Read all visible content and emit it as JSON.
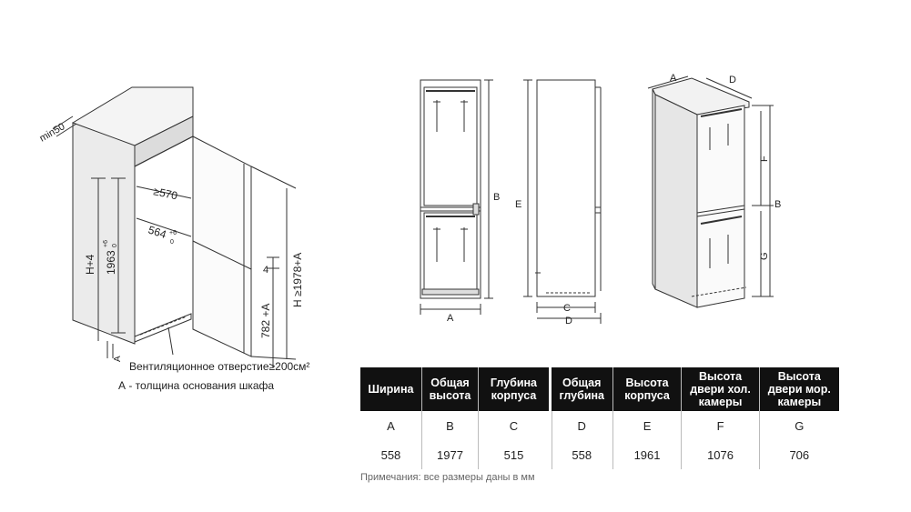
{
  "left_diagram": {
    "min_label": "min50",
    "dim_570": "≥570",
    "dim_564": "564",
    "dim_564_tol_top": "+6",
    "dim_564_tol_bot": "0",
    "dim_h4": "H+4",
    "dim_1963": "1963",
    "dim_1963_tol_top": "+6",
    "dim_1963_tol_bot": "0",
    "dim_4": "4",
    "dim_782": "782 +A",
    "dim_h1978": "H ≥1978+A",
    "dim_a": "A",
    "vent_note": "Вентиляционное отверстие≥200см²",
    "a_note": "А - толщина основания шкафа"
  },
  "front_view": {
    "label_a": "A",
    "label_b": "B"
  },
  "side_view": {
    "label_e": "E",
    "label_c": "C",
    "label_d": "D"
  },
  "iso_view": {
    "label_a": "A",
    "label_d": "D",
    "label_f": "F",
    "label_b": "B",
    "label_g": "G"
  },
  "table": {
    "headers": [
      "Ширина",
      "Общая высота",
      "Глубина корпуса",
      "Общая глубина",
      "Высота корпуса",
      "Высота двери хол. камеры",
      "Высота двери мор. камеры"
    ],
    "letters": [
      "A",
      "B",
      "C",
      "D",
      "E",
      "F",
      "G"
    ],
    "values": [
      "558",
      "1977",
      "515",
      "558",
      "1961",
      "1076",
      "706"
    ]
  },
  "note": "Примечания: все размеры даны в мм"
}
